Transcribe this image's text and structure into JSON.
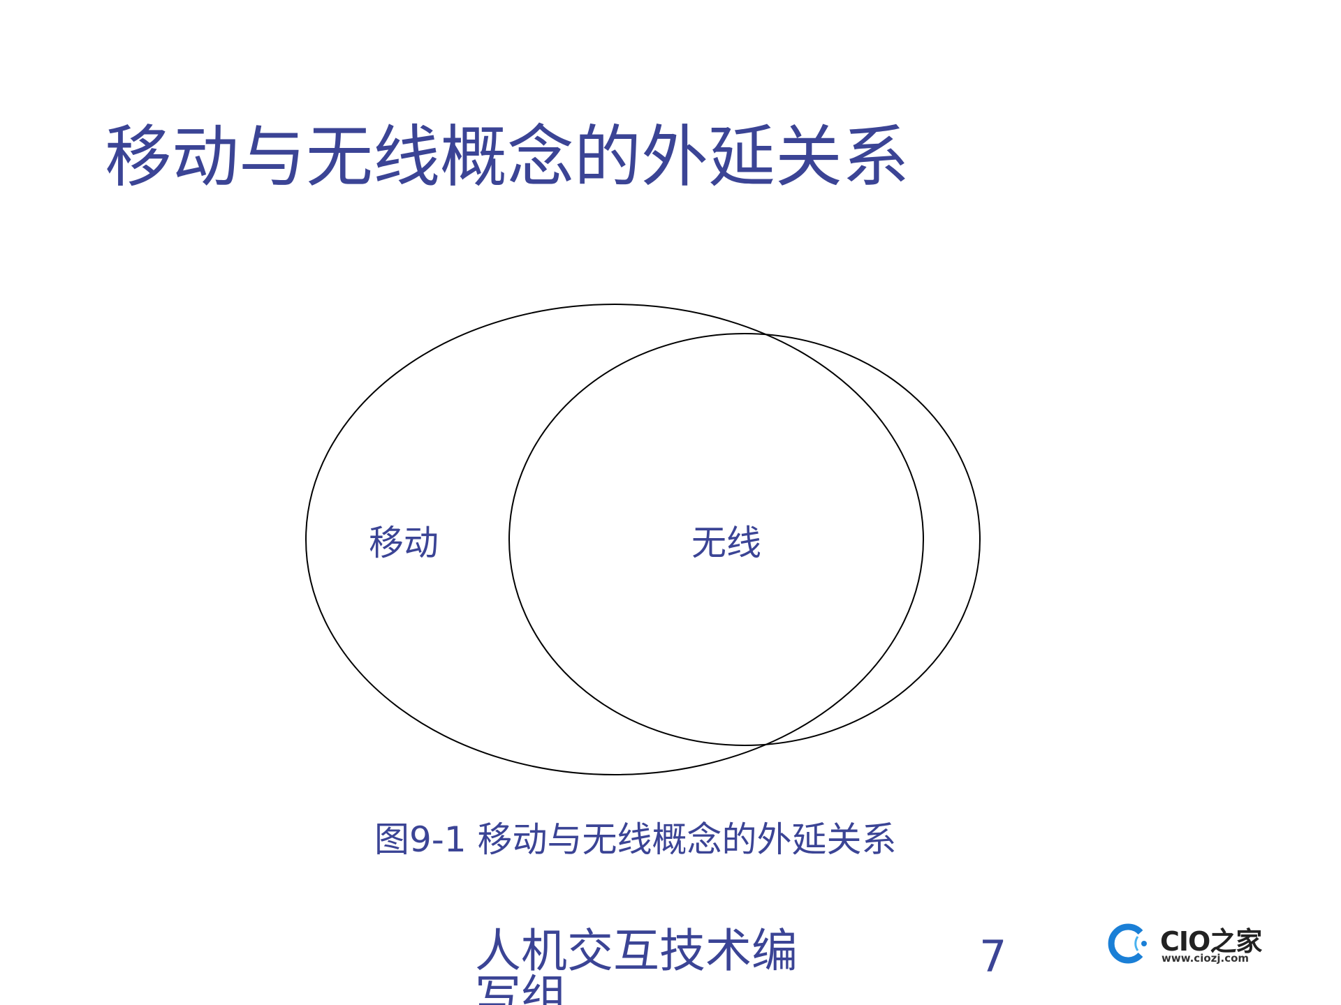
{
  "slide": {
    "title": "移动与无线概念的外延关系",
    "diagram": {
      "left_set_label": "移动",
      "right_set_label": "无线"
    },
    "caption": "图9-1 移动与无线概念的外延关系",
    "footer": {
      "text": "人机交互技术编写组",
      "page_number": "7"
    },
    "logo": {
      "name": "CIO之家",
      "url": "www.ciozj.com",
      "icon": "ring-logo-icon"
    }
  },
  "colors": {
    "text": "#3b4495",
    "outline": "#000000",
    "logo_blue": "#1a7fd6",
    "logo_light": "#49b2ef"
  }
}
